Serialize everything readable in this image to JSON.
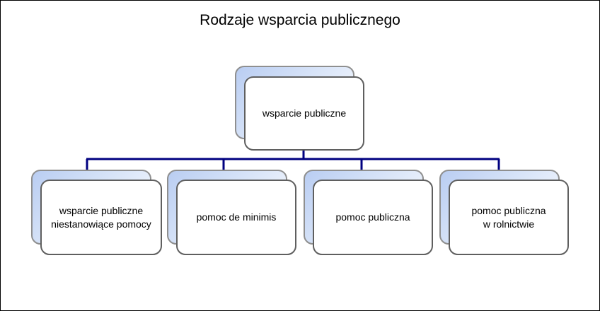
{
  "diagram": {
    "title": "Rodzaje wsparcia publicznego",
    "root": {
      "label": "wsparcie publiczne"
    },
    "children": [
      {
        "label": "wsparcie publiczne\nniestanowiące pomocy"
      },
      {
        "label": "pomoc de minimis"
      },
      {
        "label": "pomoc publiczna"
      },
      {
        "label": "pomoc publiczna\nw rolnictwie"
      }
    ],
    "colors": {
      "connector": "#000080",
      "box_border": "#5f5f5f",
      "shadow_fill": "#b9cdf2"
    }
  }
}
